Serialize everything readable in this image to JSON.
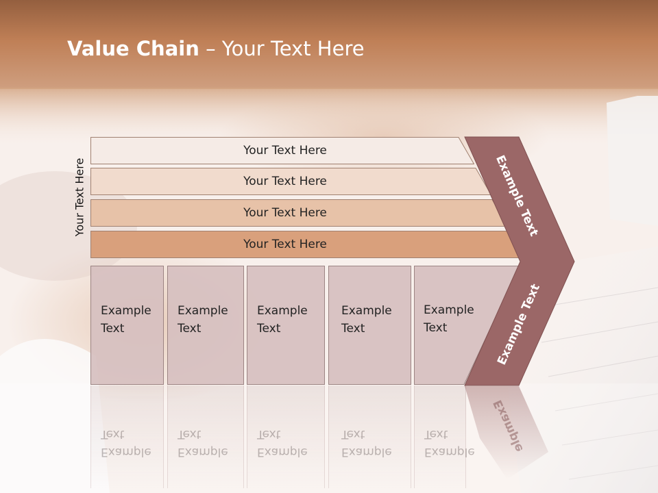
{
  "title": {
    "bold": "Value Chain",
    "rest": " – Your Text Here"
  },
  "side_label": "Your Text Here",
  "bars": [
    {
      "label": "Your Text Here"
    },
    {
      "label": "Your Text Here"
    },
    {
      "label": "Your Text Here"
    },
    {
      "label": "Your Text Here"
    }
  ],
  "boxes": [
    {
      "line1": "Example",
      "line2": "Text"
    },
    {
      "line1": "Example",
      "line2": "Text"
    },
    {
      "line1": "Example",
      "line2": "Text"
    },
    {
      "line1": "Example",
      "line2": "Text"
    },
    {
      "line1": "Example",
      "line2": "Text"
    }
  ],
  "arrow": {
    "upper_label": "Example Text",
    "lower_label": "Example Text",
    "reflection_label": "Example"
  },
  "colors": {
    "header": "#b66f48",
    "bar1": "#f5ebe6",
    "bar2": "#f1dbcd",
    "bar3": "#e7c2a8",
    "bar4": "#d9a07c",
    "box": "#d6c0c0",
    "arrow": "#9b6767"
  }
}
